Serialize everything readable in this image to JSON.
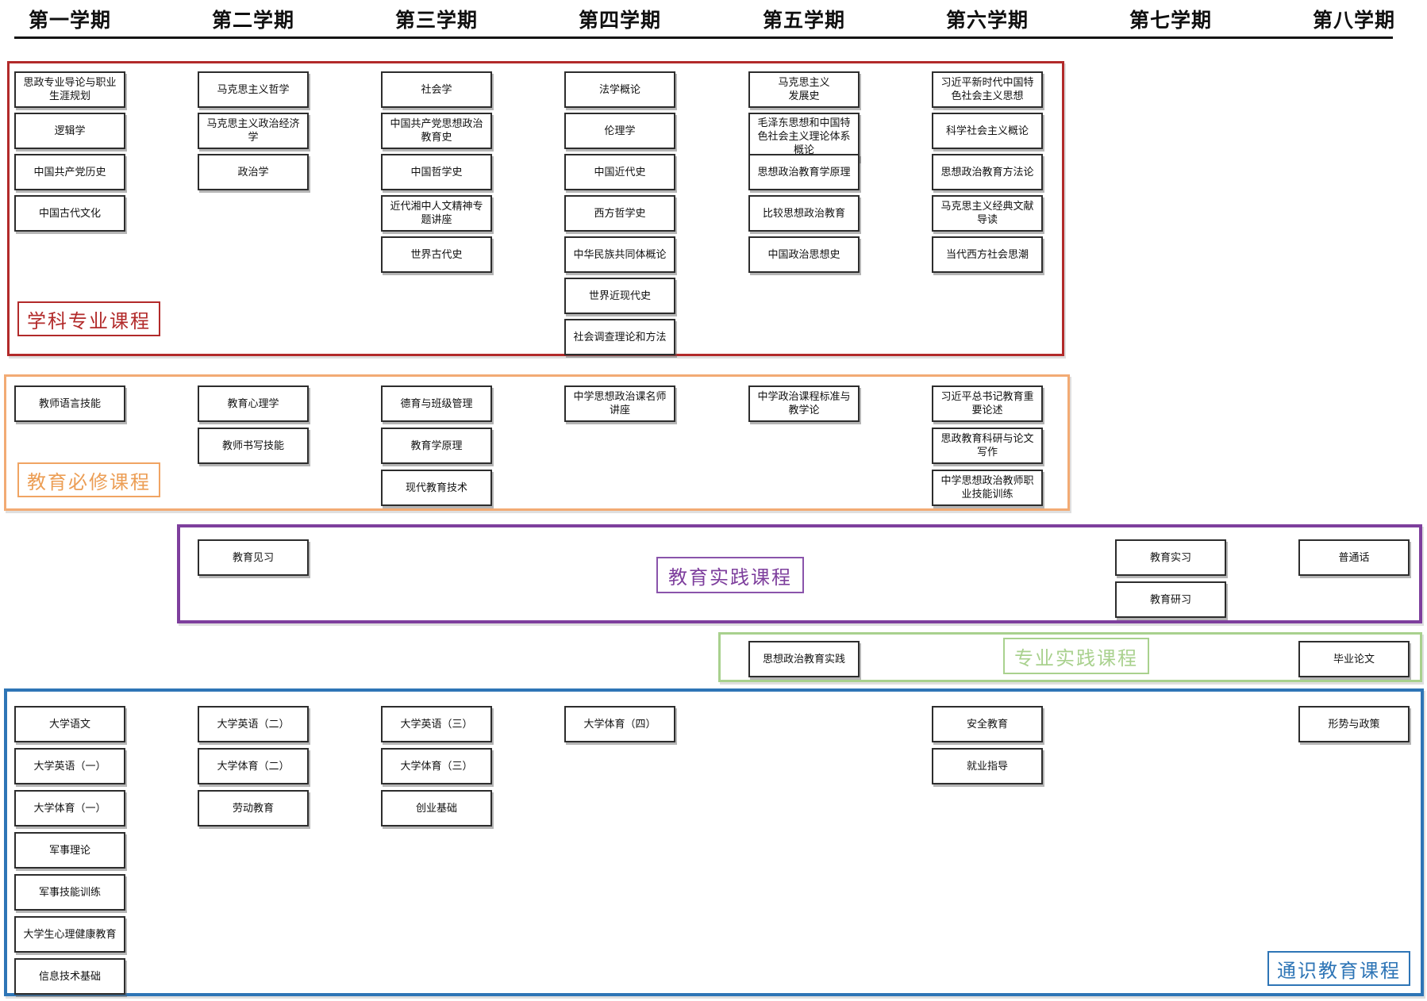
{
  "semester_headers": [
    "第一学期",
    "第二学期",
    "第三学期",
    "第四学期",
    "第五学期",
    "第六学期",
    "第七学期",
    "第八学期"
  ],
  "colors": {
    "subject_red": "#b22a2a",
    "education_required_orange": "#f2ab74",
    "education_practice_purple": "#7e3f9d",
    "professional_practice_green": "#a9d18e",
    "general_education_blue": "#2e75b6",
    "course_box_border": "#2d2d2d"
  },
  "sections": {
    "subject": {
      "label": "学科专业课程",
      "courses": [
        {
          "text": "思政专业导论与职业生涯规划",
          "semester": 1
        },
        {
          "text": "逻辑学",
          "semester": 1
        },
        {
          "text": "中国共产党历史",
          "semester": 1
        },
        {
          "text": "中国古代文化",
          "semester": 1
        },
        {
          "text": "马克思主义哲学",
          "semester": 2
        },
        {
          "text": "马克思主义政治经济学",
          "semester": 2
        },
        {
          "text": "政治学",
          "semester": 2
        },
        {
          "text": "社会学",
          "semester": 3
        },
        {
          "text": "中国共产党思想政治教育史",
          "semester": 3
        },
        {
          "text": "中国哲学史",
          "semester": 3
        },
        {
          "text": "近代湘中人文精神专题讲座",
          "semester": 3
        },
        {
          "text": "世界古代史",
          "semester": 3
        },
        {
          "text": "法学概论",
          "semester": 4
        },
        {
          "text": "伦理学",
          "semester": 4
        },
        {
          "text": "中国近代史",
          "semester": 4
        },
        {
          "text": "西方哲学史",
          "semester": 4
        },
        {
          "text": "中华民族共同体概论",
          "semester": 4
        },
        {
          "text": "世界近现代史",
          "semester": 4
        },
        {
          "text": "社会调查理论和方法",
          "semester": 4
        },
        {
          "text": "马克思主义\n发展史",
          "semester": 5
        },
        {
          "text": "毛泽东思想和中国特色社会主义理论体系概论",
          "semester": 5
        },
        {
          "text": "思想政治教育学原理",
          "semester": 5
        },
        {
          "text": "比较思想政治教育",
          "semester": 5
        },
        {
          "text": "中国政治思想史",
          "semester": 5
        },
        {
          "text": "习近平新时代中国特色社会主义思想",
          "semester": 6
        },
        {
          "text": "科学社会主义概论",
          "semester": 6
        },
        {
          "text": "思想政治教育方法论",
          "semester": 6
        },
        {
          "text": "马克思主义经典文献导读",
          "semester": 6
        },
        {
          "text": "当代西方社会思潮",
          "semester": 6
        }
      ]
    },
    "education_required": {
      "label": "教育必修课程",
      "courses": [
        {
          "text": "教师语言技能",
          "semester": 1
        },
        {
          "text": "教育心理学",
          "semester": 2
        },
        {
          "text": "教师书写技能",
          "semester": 2
        },
        {
          "text": "德育与班级管理",
          "semester": 3
        },
        {
          "text": "教育学原理",
          "semester": 3
        },
        {
          "text": "现代教育技术",
          "semester": 3
        },
        {
          "text": "中学思想政治课名师讲座",
          "semester": 4
        },
        {
          "text": "中学政治课程标准与教学论",
          "semester": 5
        },
        {
          "text": "习近平总书记教育重要论述",
          "semester": 6
        },
        {
          "text": "思政教育科研与论文写作",
          "semester": 6
        },
        {
          "text": "中学思想政治教师职业技能训练",
          "semester": 6
        }
      ]
    },
    "education_practice": {
      "label": "教育实践课程",
      "courses": [
        {
          "text": "教育见习",
          "semester": 2
        },
        {
          "text": "教育实习",
          "semester": 7
        },
        {
          "text": "教育研习",
          "semester": 7
        },
        {
          "text": "普通话",
          "semester": 8
        }
      ]
    },
    "professional_practice": {
      "label": "专业实践课程",
      "courses": [
        {
          "text": "思想政治教育实践",
          "semester": 5
        },
        {
          "text": "毕业论文",
          "semester": 8
        }
      ]
    },
    "general_education": {
      "label": "通识教育课程",
      "courses": [
        {
          "text": "大学语文",
          "semester": 1
        },
        {
          "text": "大学英语（一）",
          "semester": 1
        },
        {
          "text": "大学体育（一）",
          "semester": 1
        },
        {
          "text": "军事理论",
          "semester": 1
        },
        {
          "text": "军事技能训练",
          "semester": 1
        },
        {
          "text": "大学生心理健康教育",
          "semester": 1
        },
        {
          "text": "信息技术基础",
          "semester": 1
        },
        {
          "text": "大学英语（二）",
          "semester": 2
        },
        {
          "text": "大学体育（二）",
          "semester": 2
        },
        {
          "text": "劳动教育",
          "semester": 2
        },
        {
          "text": "大学英语（三）",
          "semester": 3
        },
        {
          "text": "大学体育（三）",
          "semester": 3
        },
        {
          "text": "创业基础",
          "semester": 3
        },
        {
          "text": "大学体育（四）",
          "semester": 4
        },
        {
          "text": "安全教育",
          "semester": 6
        },
        {
          "text": "就业指导",
          "semester": 6
        },
        {
          "text": "形势与政策",
          "semester": 8
        }
      ]
    }
  }
}
